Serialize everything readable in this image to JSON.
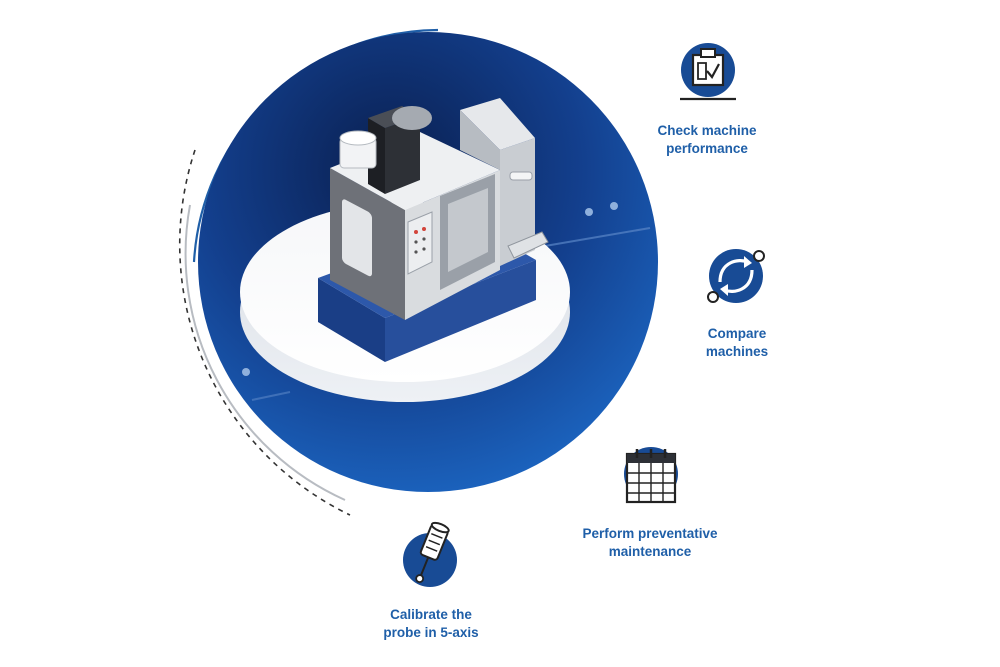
{
  "features": [
    {
      "id": "check",
      "icon": "clipboard-check-icon",
      "line1": "Check machine",
      "line2": "performance"
    },
    {
      "id": "compare",
      "icon": "compare-arrows-icon",
      "line1": "Compare",
      "line2": "machines"
    },
    {
      "id": "maintenance",
      "icon": "calendar-icon",
      "line1": "Perform preventative",
      "line2": "maintenance"
    },
    {
      "id": "probe",
      "icon": "probe-icon",
      "line1": "Calibrate the",
      "line2": "probe in 5-axis"
    }
  ],
  "colors": {
    "circle_dark": "#0c2a63",
    "circle_mid": "#123e8c",
    "circle_light": "#1c64c0",
    "accent_blue": "#1f5fa8",
    "icon_blue": "#184b95"
  }
}
